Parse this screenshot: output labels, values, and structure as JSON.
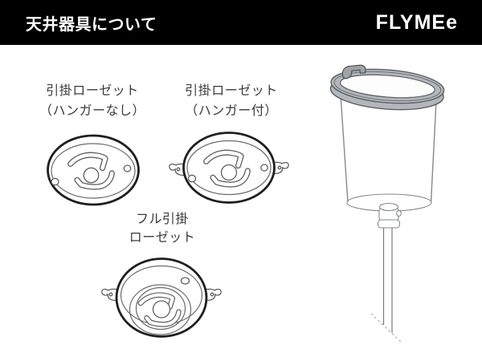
{
  "header": {
    "title": "天井器具について",
    "logo": "FLYMEe"
  },
  "figures": {
    "rosette_plain": {
      "label_line1": "引掛ローゼット",
      "label_line2": "（ハンガーなし）"
    },
    "rosette_hanger": {
      "label_line1": "引掛ローゼット",
      "label_line2": "（ハンガー付）"
    },
    "rosette_full": {
      "label_line1": "フル引掛",
      "label_line2": "ローゼット"
    }
  },
  "colors": {
    "page-bg": "#ffffff",
    "header-bg": "#000000",
    "header-text": "#ffffff",
    "label-text": "#3b3b3b",
    "line-dark": "#1f1f1f",
    "line-mid": "#5f5f5f",
    "line-light": "#6b6b6b",
    "canopy-line": "#85898d",
    "canopy-line-dark": "#5d6165",
    "ring-fill": "#b3b7bb",
    "clip-fill": "#9fa3a7"
  }
}
